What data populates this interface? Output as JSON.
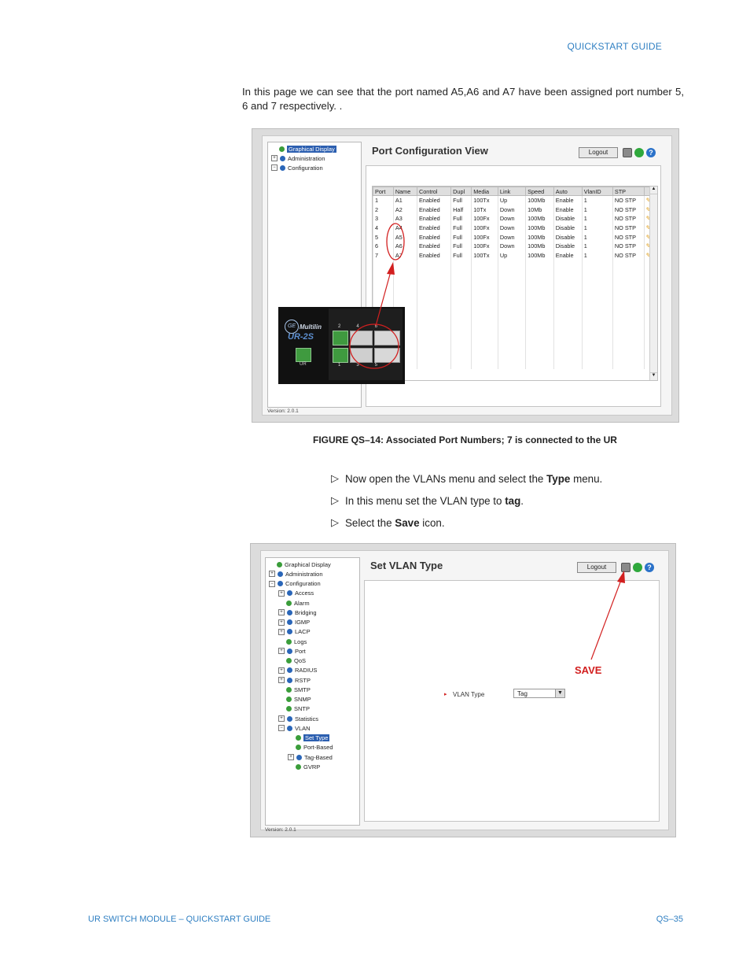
{
  "header": {
    "title": "QUICKSTART GUIDE"
  },
  "intro_text": "In this page we can see that the port named A5,A6 and A7 have been assigned port number 5, 6 and 7 respectively. .",
  "figure1": {
    "tree": [
      {
        "label": "Graphical Display",
        "expander": "",
        "selected": true
      },
      {
        "label": "Administration",
        "expander": "+"
      },
      {
        "label": "Configuration",
        "expander": "−"
      }
    ],
    "title": "Port Configuration View",
    "logout_label": "Logout",
    "version": "Version: 2.0.1",
    "columns": [
      "Port",
      "Name",
      "Control",
      "Dupl",
      "Media",
      "Link",
      "Speed",
      "Auto",
      "VlanID",
      "STP"
    ],
    "rows": [
      [
        "1",
        "A1",
        "Enabled",
        "Full",
        "100Tx",
        "Up",
        "100Mb",
        "Enable",
        "1",
        "NO STP"
      ],
      [
        "2",
        "A2",
        "Enabled",
        "Half",
        "10Tx",
        "Down",
        "10Mb",
        "Enable",
        "1",
        "NO STP"
      ],
      [
        "3",
        "A3",
        "Enabled",
        "Full",
        "100Fx",
        "Down",
        "100Mb",
        "Disable",
        "1",
        "NO STP"
      ],
      [
        "4",
        "A4",
        "Enabled",
        "Full",
        "100Fx",
        "Down",
        "100Mb",
        "Disable",
        "1",
        "NO STP"
      ],
      [
        "5",
        "A5",
        "Enabled",
        "Full",
        "100Fx",
        "Down",
        "100Mb",
        "Disable",
        "1",
        "NO STP"
      ],
      [
        "6",
        "A6",
        "Enabled",
        "Full",
        "100Fx",
        "Down",
        "100Mb",
        "Disable",
        "1",
        "NO STP"
      ],
      [
        "7",
        "A7",
        "Enabled",
        "Full",
        "100Tx",
        "Up",
        "100Mb",
        "Enable",
        "1",
        "NO STP"
      ]
    ],
    "device": {
      "brand": "Multilin",
      "model": "UR-2S",
      "port_label": "UR",
      "top_numbers": [
        "2",
        "4",
        "6"
      ],
      "bottom_numbers": [
        "1",
        "3",
        "5"
      ]
    }
  },
  "caption": "FIGURE QS–14: Associated Port Numbers; 7 is connected to the UR",
  "steps": [
    {
      "before": "Now open the VLANs menu and select the ",
      "bold": "Type",
      "after": " menu."
    },
    {
      "before": "In this menu set the VLAN type to ",
      "bold": "tag",
      "after": "."
    },
    {
      "before": "Select the ",
      "bold": "Save",
      "after": " icon."
    }
  ],
  "figure2": {
    "tree": [
      {
        "label": "Graphical Display",
        "expander": "",
        "level": 0
      },
      {
        "label": "Administration",
        "expander": "+",
        "level": 0
      },
      {
        "label": "Configuration",
        "expander": "−",
        "level": 0
      },
      {
        "label": "Access",
        "expander": "+",
        "level": 1
      },
      {
        "label": "Alarm",
        "expander": "",
        "level": 1
      },
      {
        "label": "Bridging",
        "expander": "+",
        "level": 1
      },
      {
        "label": "IGMP",
        "expander": "+",
        "level": 1
      },
      {
        "label": "LACP",
        "expander": "+",
        "level": 1
      },
      {
        "label": "Logs",
        "expander": "",
        "level": 1
      },
      {
        "label": "Port",
        "expander": "+",
        "level": 1
      },
      {
        "label": "QoS",
        "expander": "",
        "level": 1
      },
      {
        "label": "RADIUS",
        "expander": "+",
        "level": 1
      },
      {
        "label": "RSTP",
        "expander": "+",
        "level": 1
      },
      {
        "label": "SMTP",
        "expander": "",
        "level": 1
      },
      {
        "label": "SNMP",
        "expander": "",
        "level": 1
      },
      {
        "label": "SNTP",
        "expander": "",
        "level": 1
      },
      {
        "label": "Statistics",
        "expander": "+",
        "level": 1
      },
      {
        "label": "VLAN",
        "expander": "−",
        "level": 1
      },
      {
        "label": "Set Type",
        "expander": "",
        "level": 2,
        "selected": true
      },
      {
        "label": "Port-Based",
        "expander": "",
        "level": 2
      },
      {
        "label": "Tag-Based",
        "expander": "+",
        "level": 2
      },
      {
        "label": "GVRP",
        "expander": "",
        "level": 2
      }
    ],
    "title": "Set VLAN Type",
    "logout_label": "Logout",
    "version": "Version: 2.0.1",
    "vlan_type_label": "VLAN Type",
    "vlan_type_value": "Tag",
    "save_annotation": "SAVE"
  },
  "footer": {
    "left": "UR SWITCH MODULE – QUICKSTART GUIDE",
    "right": "QS–35"
  },
  "colors": {
    "accent_blue": "#2f7fc2",
    "annotation_red": "#d21f1f",
    "tree_selection": "#2c5fb0"
  }
}
